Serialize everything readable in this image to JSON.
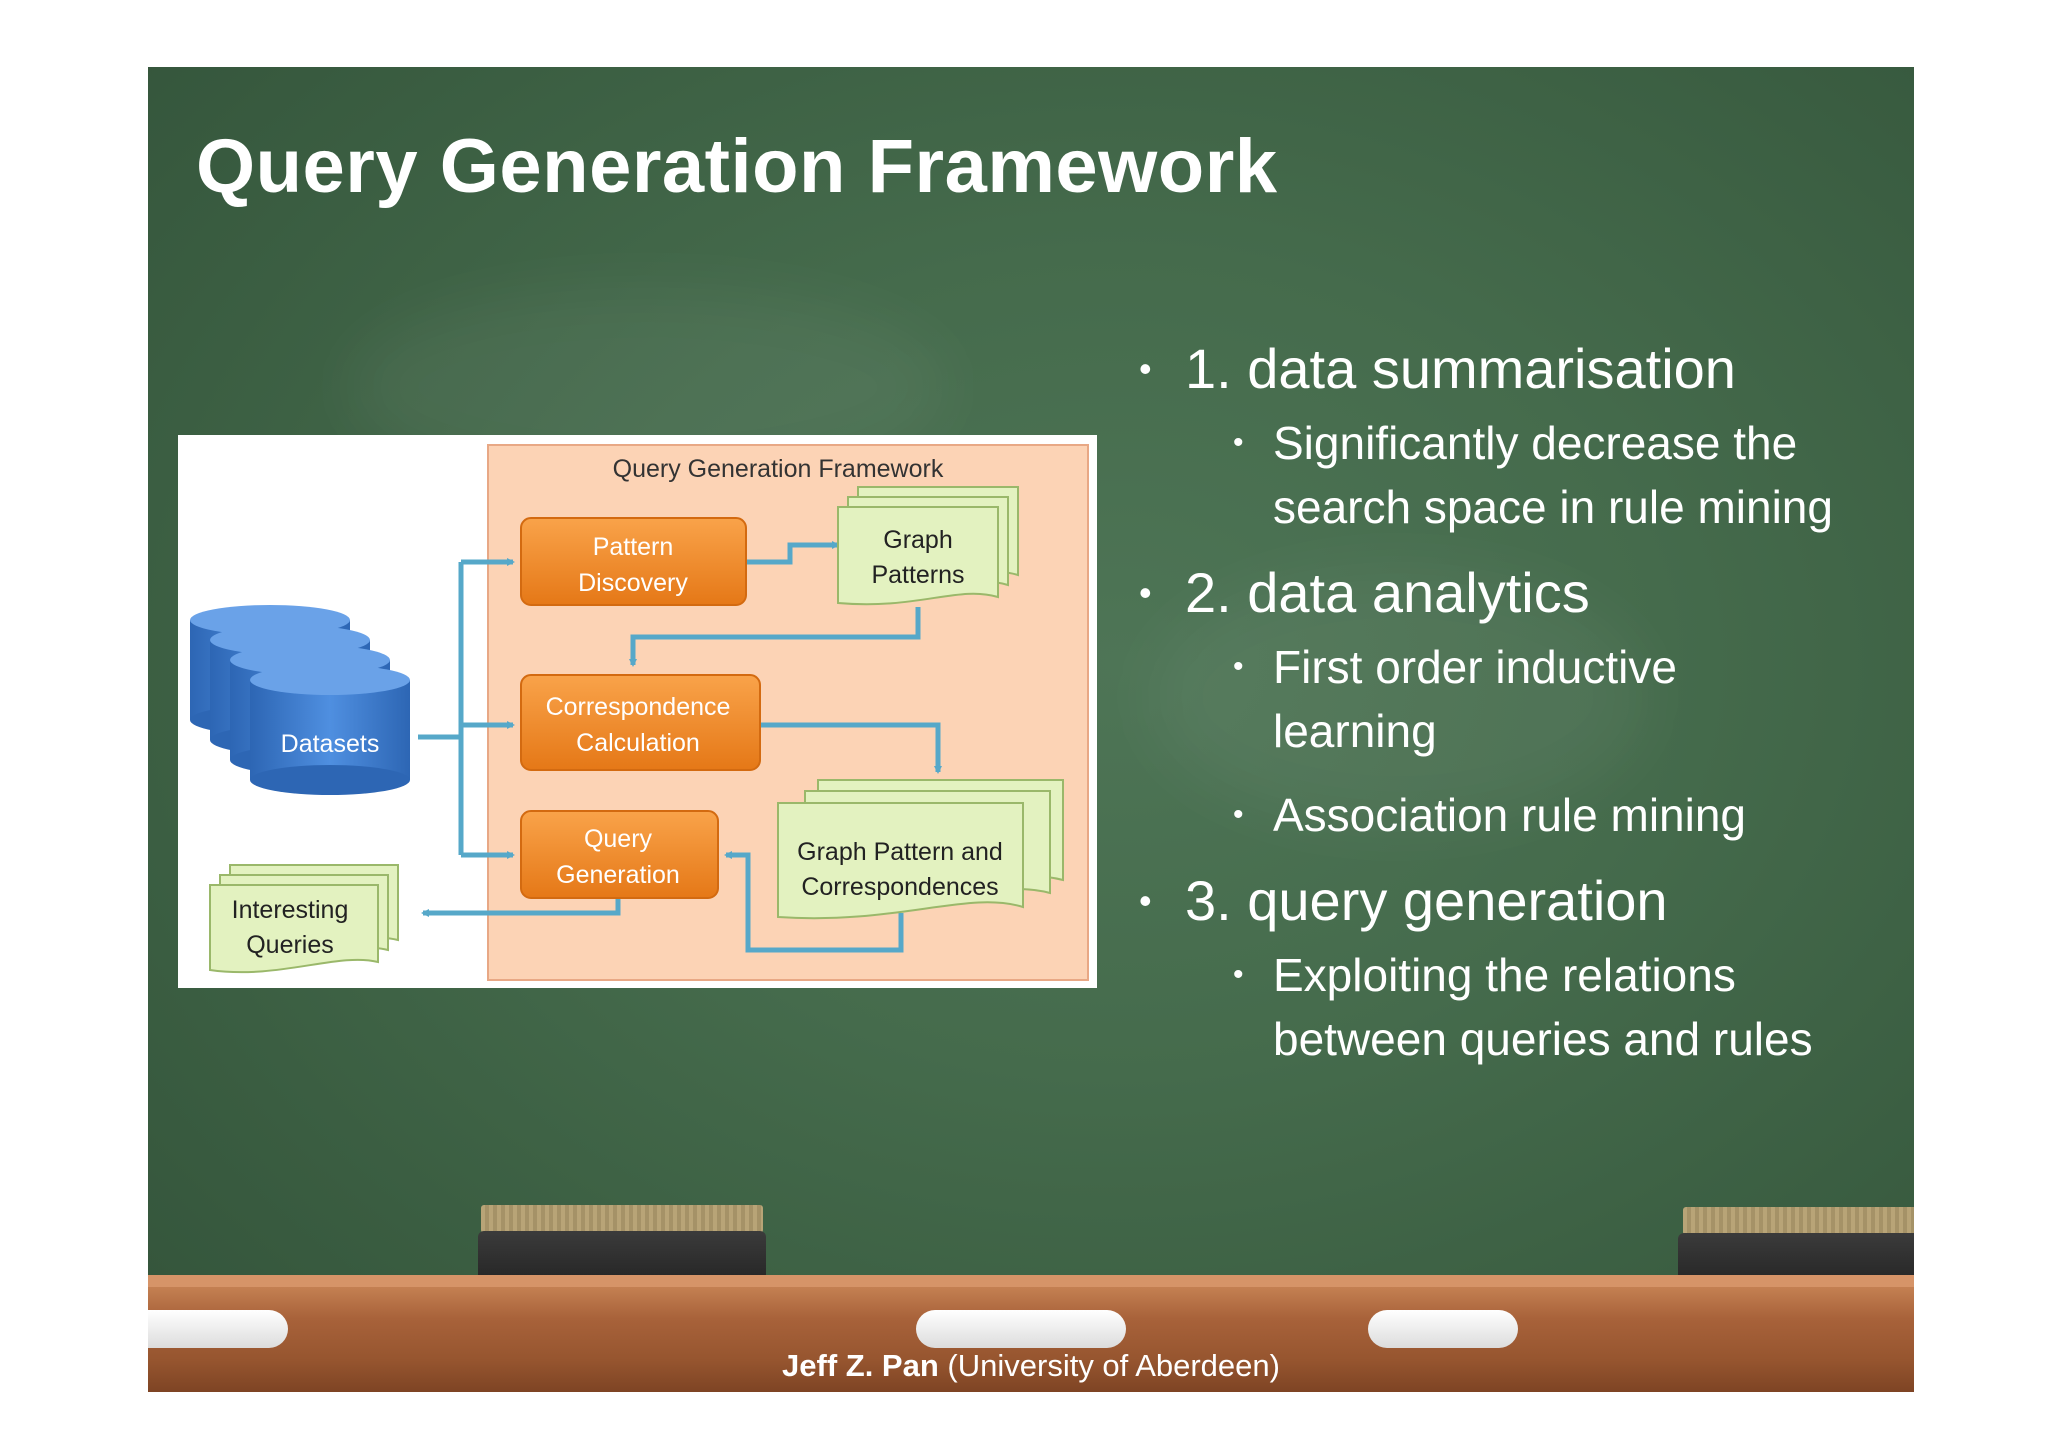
{
  "slide": {
    "title": "Query Generation Framework",
    "footer": {
      "author": "Jeff Z. Pan",
      "affiliation": "(University of  Aberdeen)"
    }
  },
  "diagram": {
    "frame_title": "Query Generation Framework",
    "datasets": "Datasets",
    "pattern_discovery": [
      "Pattern",
      "Discovery"
    ],
    "graph_patterns": [
      "Graph",
      "Patterns"
    ],
    "correspondence_calculation": [
      "Correspondence",
      "Calculation"
    ],
    "query_generation": [
      "Query",
      "Generation"
    ],
    "graph_pattern_correspondences": [
      "Graph Pattern and",
      "Correspondences"
    ],
    "interesting_queries": [
      "Interesting",
      "Queries"
    ]
  },
  "bullets": [
    {
      "text": "1. data summarisation",
      "subs": [
        [
          "Significantly decrease the",
          "search space in rule mining"
        ]
      ]
    },
    {
      "text": "2. data analytics",
      "subs": [
        [
          "First order inductive",
          "learning"
        ],
        [
          "Association rule mining"
        ]
      ]
    },
    {
      "text": "3. query generation",
      "subs": [
        [
          "Exploiting the relations",
          "between queries and rules"
        ]
      ]
    }
  ],
  "colors": {
    "board": "#456b4c",
    "process_box": "#f3892a",
    "document": "#e3f2c0",
    "arrow": "#56a8c9",
    "database": "#3f7fcf",
    "frame": "#fcd2b3"
  }
}
